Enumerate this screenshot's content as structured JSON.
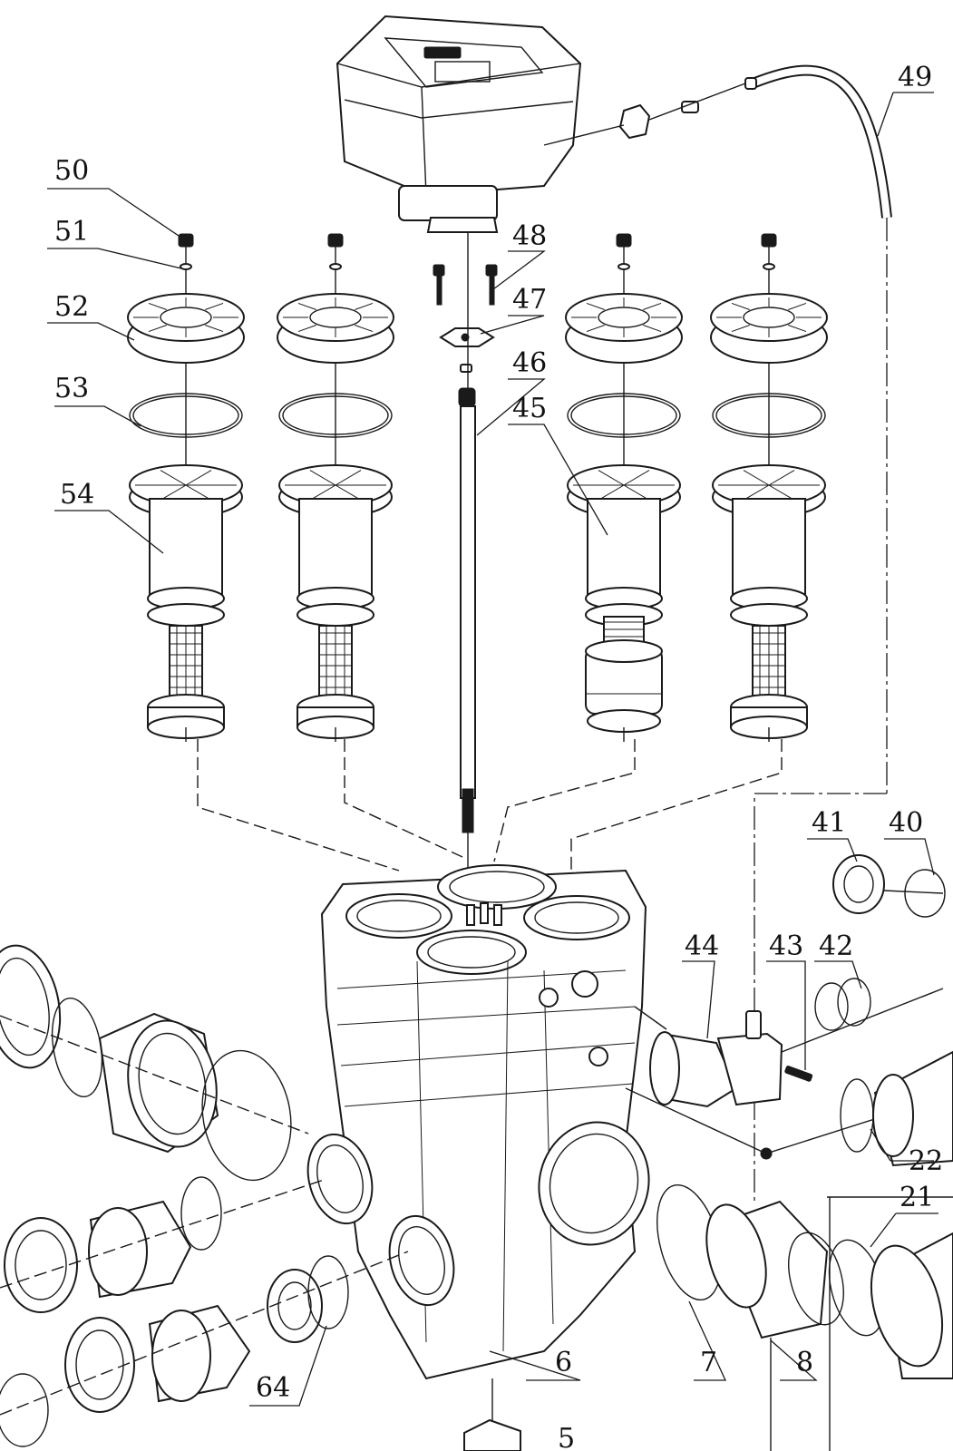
{
  "callouts": {
    "c50": "50",
    "c51": "51",
    "c52": "52",
    "c53": "53",
    "c54": "54",
    "c48": "48",
    "c47": "47",
    "c46": "46",
    "c45": "45",
    "c49": "49",
    "c41": "41",
    "c40": "40",
    "c44": "44",
    "c43": "43",
    "c42": "42",
    "c22": "22",
    "c21": "21",
    "c64": "64",
    "c6": "6",
    "c7": "7",
    "c8": "8",
    "c5": "5"
  },
  "colors": {
    "line": "#1a1a1a",
    "background": "#ffffff"
  }
}
